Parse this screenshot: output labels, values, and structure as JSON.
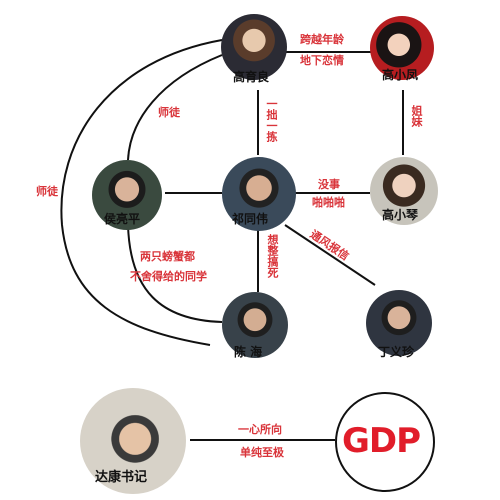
{
  "nodes": {
    "gao_yuliang": {
      "name": "高育良"
    },
    "gao_xiaofeng": {
      "name": "高小凤"
    },
    "hou_liangping": {
      "name": "侯亮平"
    },
    "qi_tongwei": {
      "name": "祁同伟"
    },
    "gao_xiaoqin": {
      "name": "高小琴"
    },
    "chen_hai": {
      "name": "陈 海"
    },
    "ding_yizhen": {
      "name": "丁义珍"
    },
    "da_kang": {
      "name": "达康书记"
    },
    "gdp": {
      "name": "GDP"
    }
  },
  "edges": {
    "gao_to_xiaofeng": {
      "line1": "跨越年龄",
      "line2": "地下恋情"
    },
    "gao_to_qi": {
      "text": "一拙一拣"
    },
    "xiaofeng_to_xiaoqin": {
      "text": "姐妹"
    },
    "gao_to_hou_inner": {
      "text": "师徒"
    },
    "gao_to_hou_outer": {
      "text": "师徒"
    },
    "qi_to_xiaoqin": {
      "line1": "没事",
      "line2": "啪啪啪"
    },
    "qi_to_ding": {
      "text": "通风报信"
    },
    "qi_to_chen": {
      "text": "想整搞死"
    },
    "hou_to_chen": {
      "line1": "两只螃蟹都",
      "line2": "不舍得给的同学"
    },
    "dakang_to_gdp": {
      "line1": "一心所向",
      "line2": "单纯至极"
    }
  },
  "colors": {
    "line": "#111111",
    "label": "#d9343a",
    "gdp": "#e11d2a"
  }
}
